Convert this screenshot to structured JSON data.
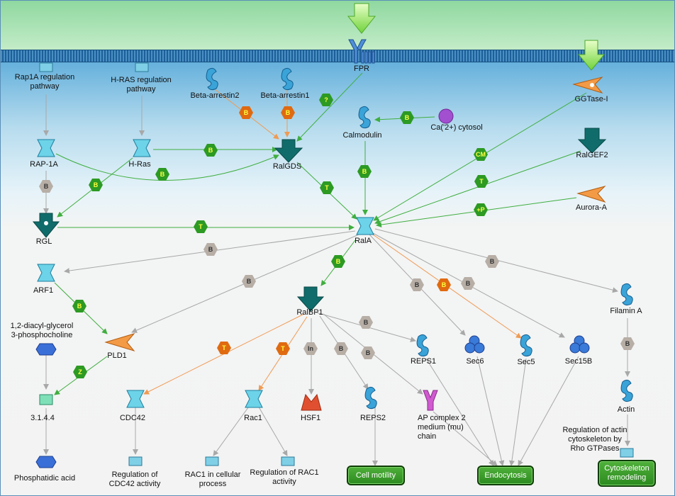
{
  "colors": {
    "green_link": "#3fae3f",
    "orange_link": "#f09a52",
    "grey_link": "#a8a8a8",
    "badge_green": "#2c9a23",
    "badge_orange": "#e06a10",
    "badge_grey": "#b7aea6",
    "box_green": "#2c8a1f"
  },
  "nodes": {
    "rap1a_path": "Rap1A regulation\npathway",
    "hras_path": "H-RAS regulation\npathway",
    "fpr": "FPR",
    "ggtase": "GGTase-I",
    "barr2": "Beta-arrestin2",
    "barr1": "Beta-arrestin1",
    "calmodulin": "Calmodulin",
    "ca": "Ca('2+) cytosol",
    "rap1a": "RAP-1A",
    "hras": "H-Ras",
    "ralgds": "RalGDS",
    "ralgef2": "RalGEF2",
    "aurora": "Aurora-A",
    "rgl": "RGL",
    "rala": "RalA",
    "arf1": "ARF1",
    "ralbp1": "RalBP1",
    "filamina": "Filamin A",
    "dag": "1,2-diacyl-glycerol\n3-phosphocholine",
    "pld1": "PLD1",
    "reps1": "REPS1",
    "sec6": "Sec6",
    "sec5": "Sec5",
    "sec15b": "Sec15B",
    "enz": "3.1.4.4",
    "cdc42": "CDC42",
    "rac1": "Rac1",
    "hsf1": "HSF1",
    "reps2": "REPS2",
    "ap2": "AP complex 2\nmedium (mu)\nchain",
    "actin": "Actin",
    "actin_reg": "Regulation of actin\ncytoskeleton by\nRho GTPases",
    "pa": "Phosphatidic acid",
    "cdc42_reg": "Regulation of\nCDC42 activity",
    "rac1_proc": "RAC1 in cellular\nprocess",
    "rac1_reg": "Regulation of RAC1\nactivity",
    "cell_motility": "Cell motility",
    "endocytosis": "Endocytosis",
    "cyto": "Cytoskeleton\nremodeling"
  },
  "badges": {
    "b": "B",
    "q": "?",
    "t": "T",
    "cm": "CM",
    "p": "+P",
    "z": "Z",
    "in": "In"
  }
}
